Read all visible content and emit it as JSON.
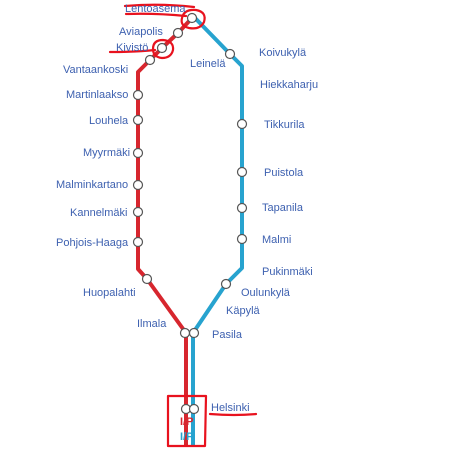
{
  "map": {
    "colors": {
      "ring_i": "#d7262e",
      "ring_p": "#27a3cf",
      "label": "#3e61b0",
      "annotation": "#e8121e",
      "station_fill": "#ffffff",
      "station_stroke": "#555555"
    },
    "stations": {
      "lentoasema": "Lentoasema",
      "aviapolis": "Aviapolis",
      "kivisto": "Kivistö",
      "vantaankoski": "Vantaankoski",
      "martinlaakso": "Martinlaakso",
      "louhela": "Louhela",
      "myyrmaki": "Myyrmäki",
      "malminkartano": "Malminkartano",
      "kannelmaki": "Kannelmäki",
      "pohjois_haaga": "Pohjois-Haaga",
      "huopalahti": "Huopalahti",
      "ilmala": "Ilmala",
      "pasila": "Pasila",
      "helsinki": "Helsinki",
      "koivukyla": "Koivukylä",
      "leinela": "Leinelä",
      "hiekkaharju": "Hiekkaharju",
      "tikkurila": "Tikkurila",
      "puistola": "Puistola",
      "tapanila": "Tapanila",
      "malmi": "Malmi",
      "pukinmaki": "Pukinmäki",
      "oulunkyla": "Oulunkylä",
      "kapyla": "Käpylä"
    },
    "routes": {
      "i_line": "I/P",
      "p_line": "I/P"
    }
  }
}
